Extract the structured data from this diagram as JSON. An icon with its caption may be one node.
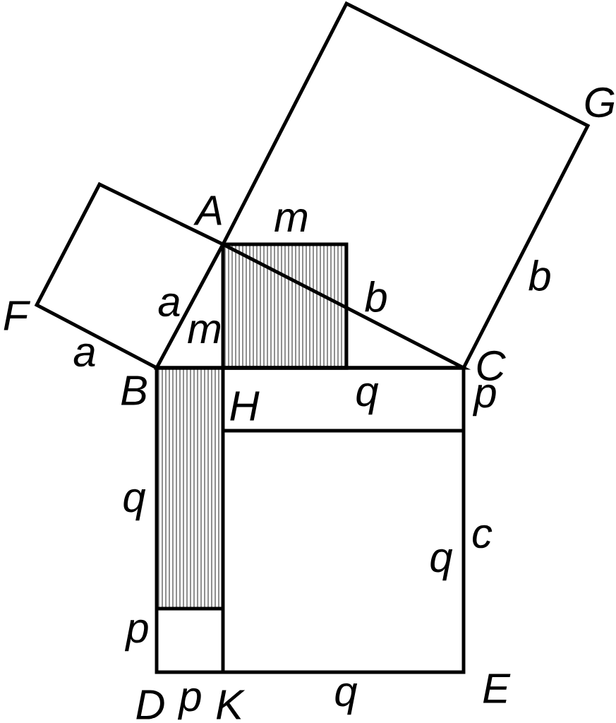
{
  "diagram": {
    "labels": [
      "G",
      "A",
      "m",
      "b",
      "F",
      "a",
      "m",
      "b",
      "a",
      "B",
      "C",
      "H",
      "q",
      "p",
      "q",
      "c",
      "q",
      "p",
      "D",
      "p",
      "K",
      "q",
      "E"
    ]
  }
}
